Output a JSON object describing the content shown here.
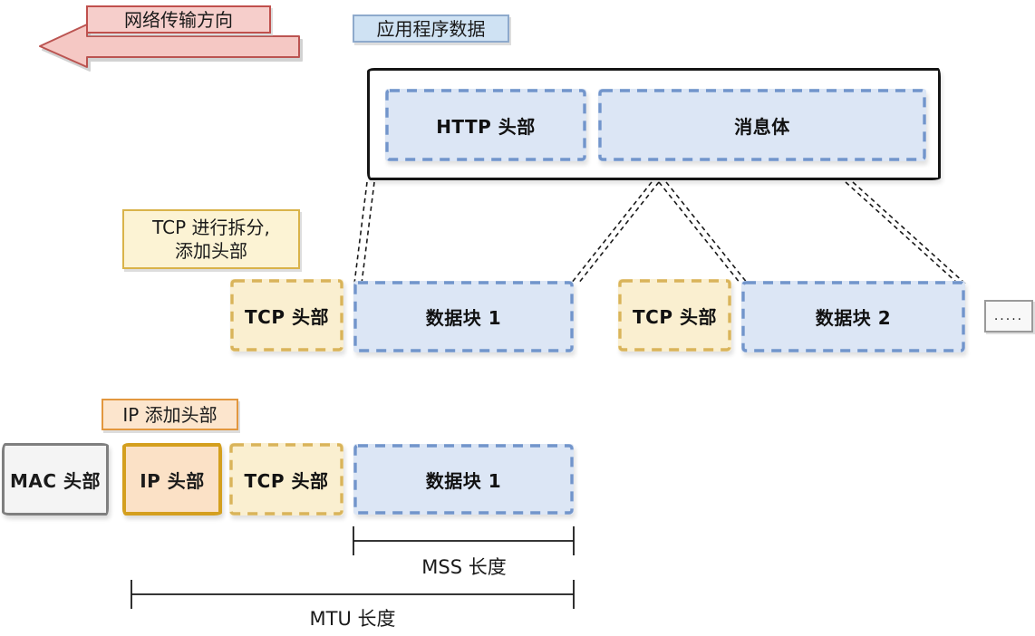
{
  "arrow": {
    "label": "网络传输方向"
  },
  "app_data": {
    "tag": "应用程序数据",
    "segments": [
      {
        "label": "HTTP 头部"
      },
      {
        "label": "消息体"
      }
    ]
  },
  "tcp_layer": {
    "note_line1": "TCP 进行拆分,",
    "note_line2": "添加头部",
    "segments": [
      {
        "label": "TCP 头部"
      },
      {
        "label": "数据块 1"
      },
      {
        "label": "TCP 头部"
      },
      {
        "label": "数据块 2"
      }
    ],
    "ellipsis": "....."
  },
  "ip_layer": {
    "note": "IP 添加头部",
    "segments": [
      {
        "label": "MAC 头部"
      },
      {
        "label": "IP 头部"
      },
      {
        "label": "TCP 头部"
      },
      {
        "label": "数据块 1"
      }
    ]
  },
  "measurements": {
    "mss": "MSS 长度",
    "mtu": "MTU 长度"
  },
  "colors": {
    "data_block_fill": "#dce6f5",
    "data_block_stroke": "#7295cb",
    "tcp_header_fill": "#faefd0",
    "tcp_header_stroke": "#d9b45a",
    "ip_header_fill": "#fbe1c6",
    "ip_header_stroke": "#d49f1e",
    "mac_header_fill": "#f4f4f4",
    "mac_header_stroke": "#7f7f7f",
    "arrow_fill": "#f5c8c4",
    "arrow_stroke": "#bb5451",
    "note_pink_bg": "#f6cecb",
    "note_pink_border": "#c0504d",
    "note_blue_bg": "#cfe2f3",
    "note_blue_border": "#8eaacc",
    "note_yellow_bg": "#fcf3d4",
    "note_yellow_border": "#d9b34a",
    "note_orange_bg": "#fce5cd",
    "note_orange_border": "#e2973f",
    "outline": "#151515"
  }
}
